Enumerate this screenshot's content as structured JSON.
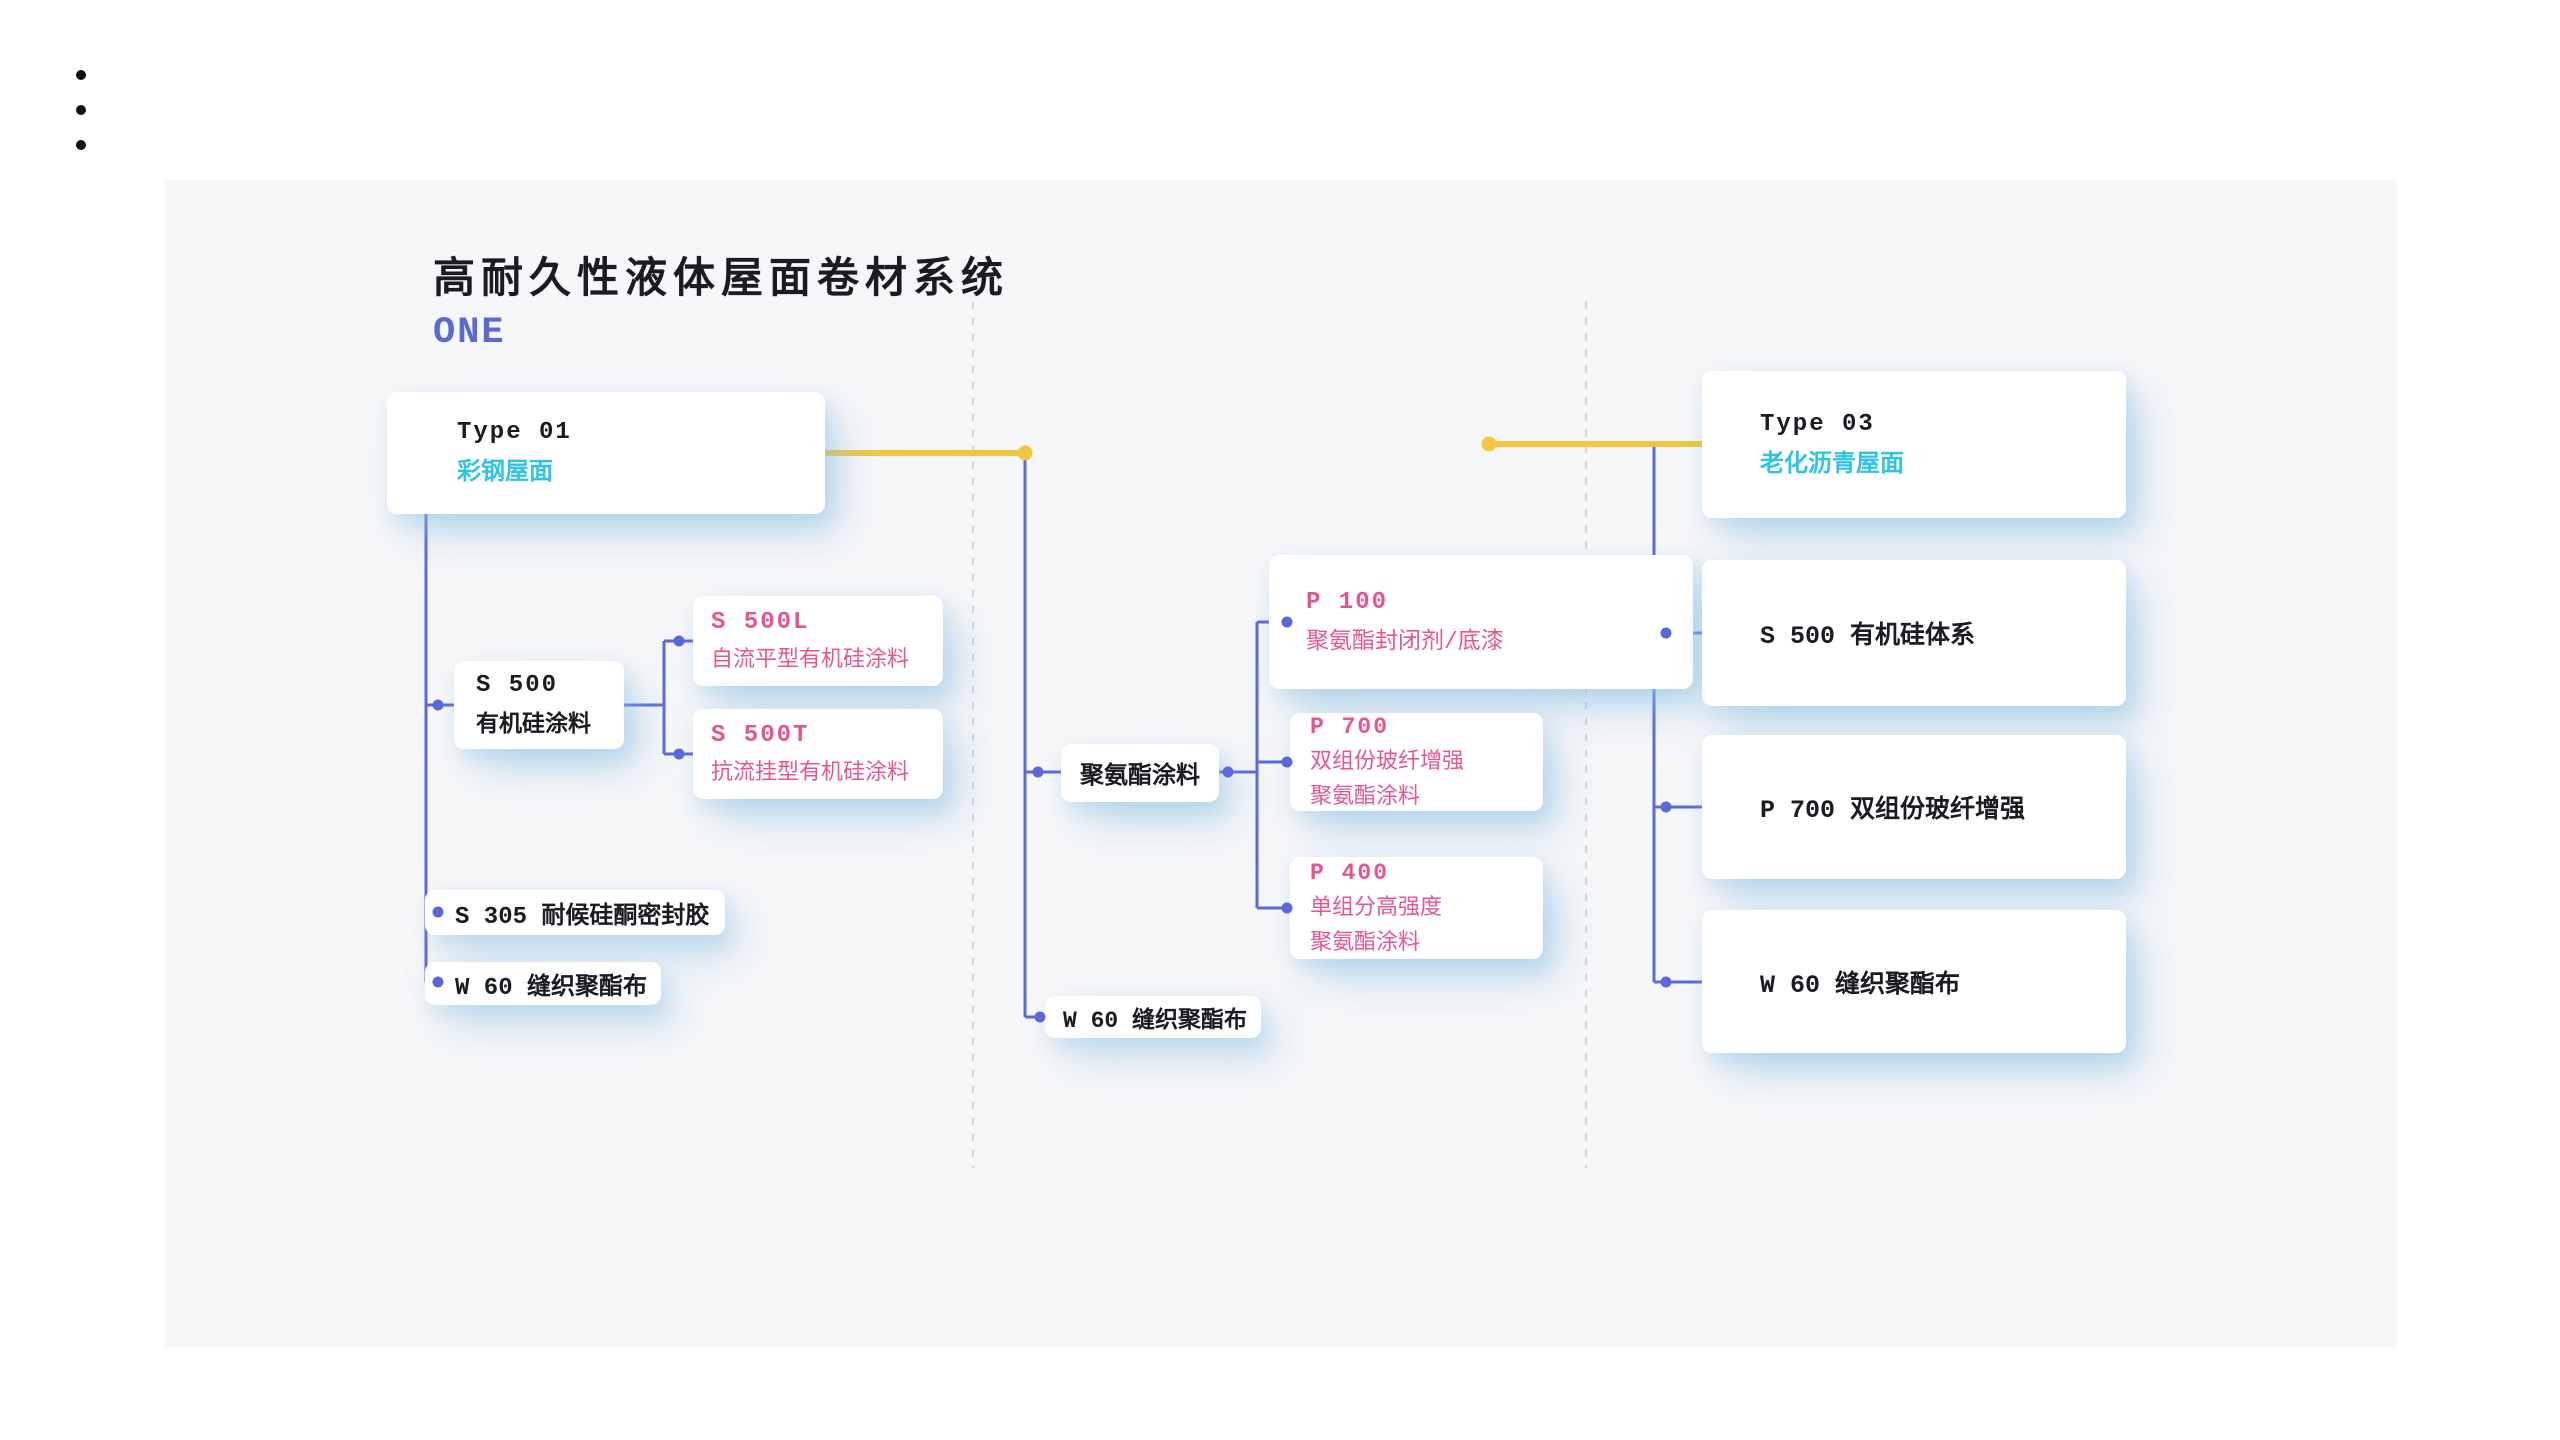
{
  "header": {
    "title": "高耐久性液体屋面卷材系统",
    "subtitle": "ONE"
  },
  "left_tree": {
    "root": {
      "code": "Type 01",
      "label": "彩钢屋面"
    },
    "s500": {
      "code": "S 500",
      "label": "有机硅涂料"
    },
    "s500l": {
      "code": "S 500L",
      "label": "自流平型有机硅涂料"
    },
    "s500t": {
      "code": "S 500T",
      "label": "抗流挂型有机硅涂料"
    },
    "s305": {
      "label": "S 305 耐候硅酮密封胶"
    },
    "w60": {
      "label": "W 60 缝织聚酯布"
    }
  },
  "middle_tree": {
    "pu": {
      "label": "聚氨酯涂料"
    },
    "p100": {
      "code": "P 100",
      "label": "聚氨酯封闭剂/底漆"
    },
    "p700": {
      "code": "P 700",
      "line1": "双组份玻纤增强",
      "line2": "聚氨酯涂料"
    },
    "p400": {
      "code": "P 400",
      "line1": "单组分高强度",
      "line2": "聚氨酯涂料"
    },
    "w60": {
      "label": "W 60 缝织聚酯布"
    }
  },
  "right_tree": {
    "root": {
      "code": "Type 03",
      "label": "老化沥青屋面"
    },
    "items": [
      {
        "label": "S 500 有机硅体系"
      },
      {
        "label": "P 700 双组份玻纤增强"
      },
      {
        "label": "W 60 缝织聚酯布"
      }
    ]
  },
  "icons": {
    "menu": "more-options-icon"
  },
  "colors": {
    "accent-blue": "#5b68d6",
    "accent-yellow": "#f2c643",
    "cyan": "#2fc3e8",
    "pink": "#e75590",
    "ink": "#1a1c22",
    "panel": "#f6f7f9",
    "dash": "#d2d6dc"
  }
}
